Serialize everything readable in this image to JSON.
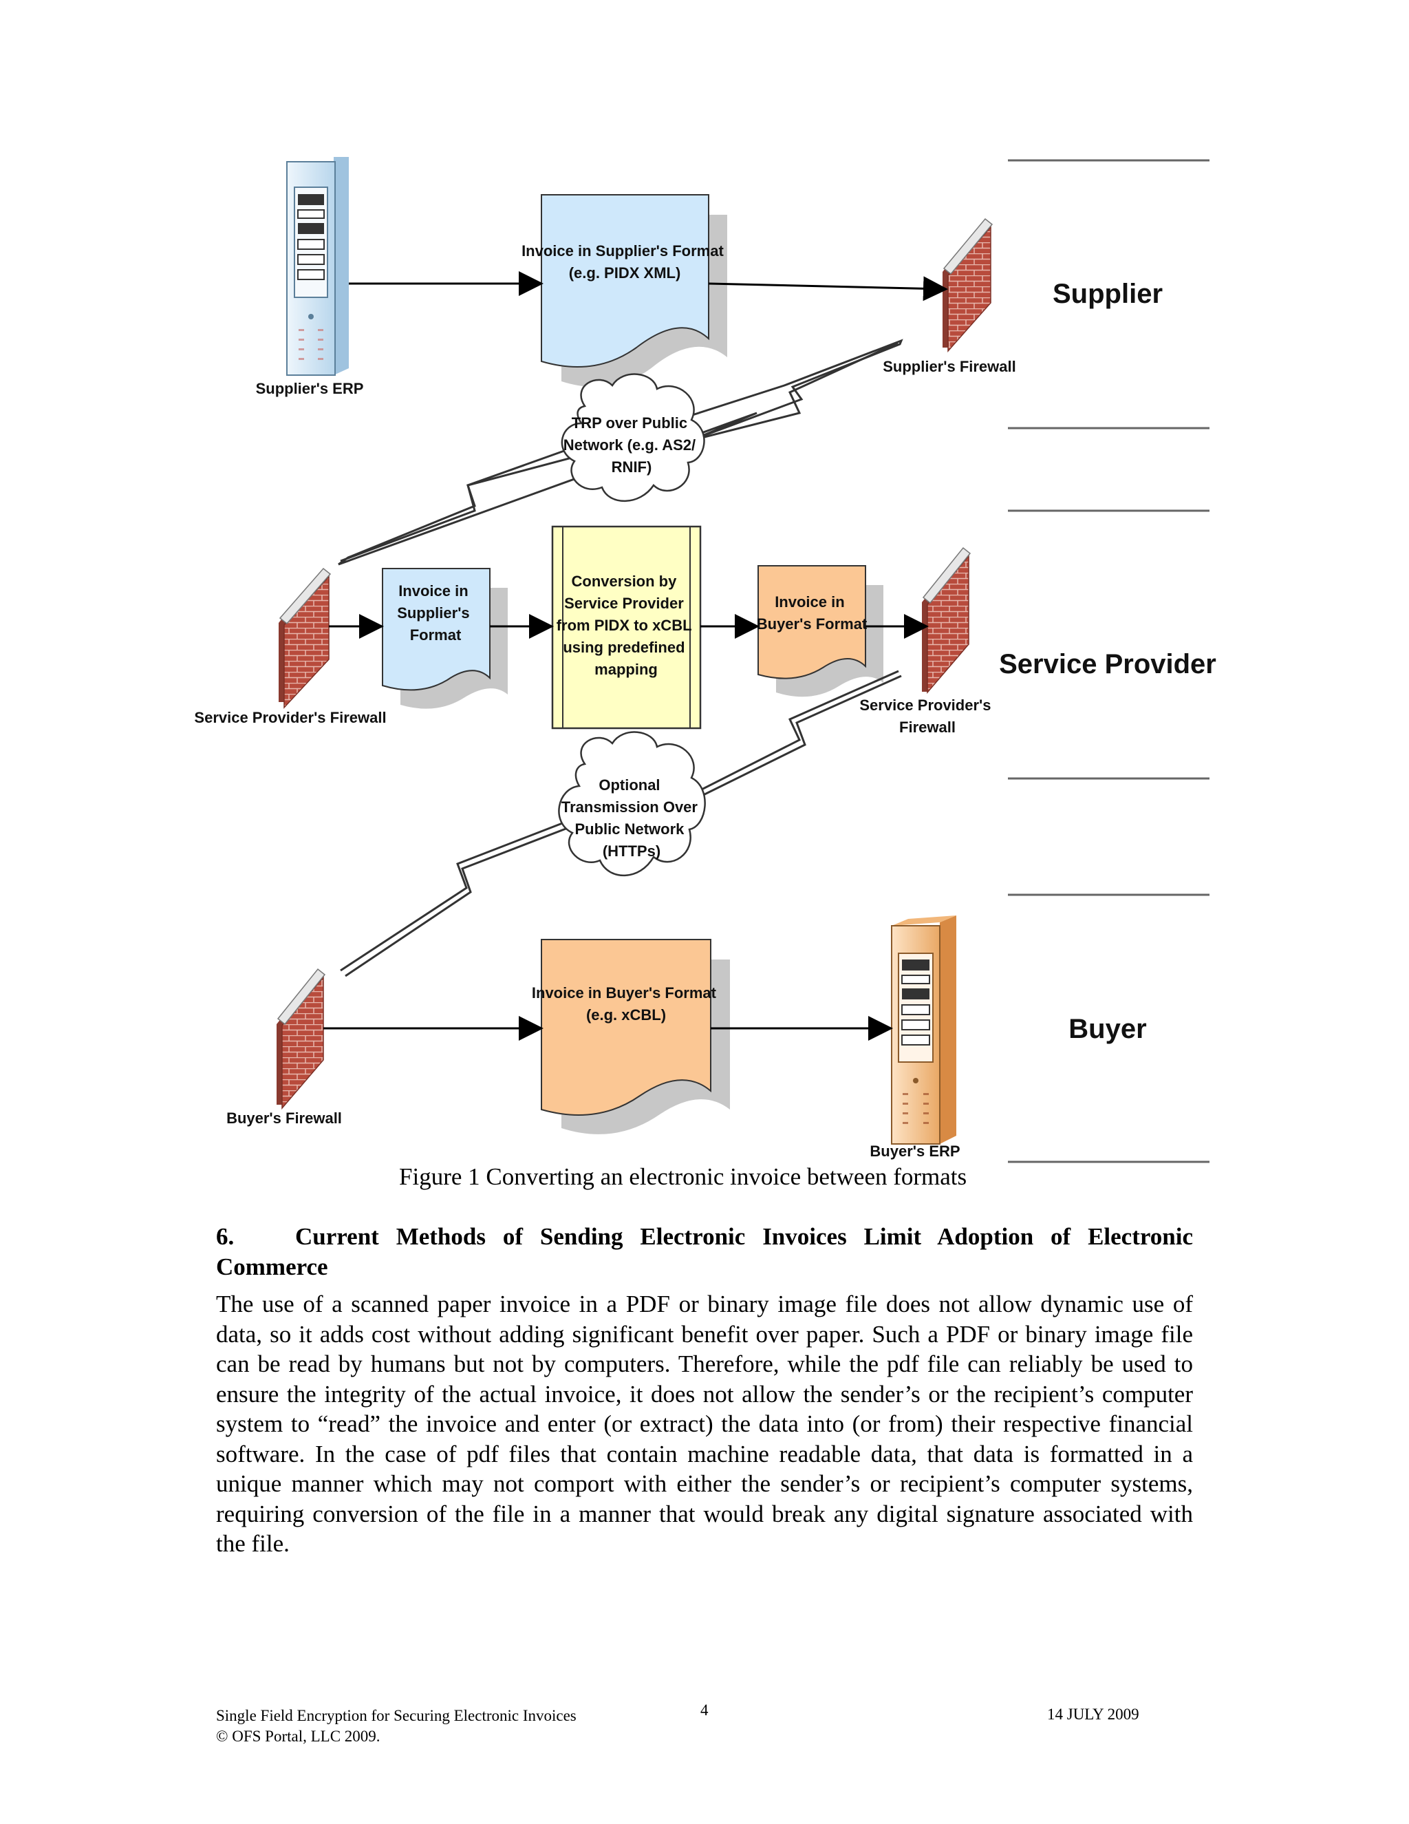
{
  "diagram": {
    "lanes": {
      "supplier": "Supplier",
      "service_provider": "Service Provider",
      "buyer": "Buyer"
    },
    "supplier_erp": "Supplier's ERP",
    "supplier_invoice": [
      "Invoice in Supplier's Format",
      "(e.g. PIDX XML)"
    ],
    "supplier_firewall": "Supplier's Firewall",
    "trp_cloud": [
      "TRP over Public",
      "Network (e.g. AS2/",
      "RNIF)"
    ],
    "sp_firewall_left": "Service Provider's Firewall",
    "sp_invoice_supplier": [
      "Invoice in",
      "Supplier's",
      "Format"
    ],
    "conversion": [
      "Conversion by",
      "Service Provider",
      "from PIDX to xCBL",
      "using predefined",
      "mapping"
    ],
    "sp_invoice_buyer": [
      "Invoice in",
      "Buyer's Format"
    ],
    "sp_firewall_right": [
      "Service Provider's",
      "Firewall"
    ],
    "optional_cloud": [
      "Optional",
      "Transmission Over",
      "Public Network",
      "(HTTPs)"
    ],
    "buyer_firewall": "Buyer's Firewall",
    "buyer_invoice": [
      "Invoice in Buyer's Format",
      "(e.g. xCBL)"
    ],
    "buyer_erp": "Buyer's ERP",
    "colors": {
      "blue_doc": "#cfe8fb",
      "yellow_box": "#ffffc4",
      "orange_doc": "#fbc794",
      "brick": "#b84b3c",
      "server_blue": "#dcecf7",
      "server_orange": "#f9c996"
    }
  },
  "caption": "Figure 1 Converting an electronic invoice between formats",
  "section": {
    "number": "6.",
    "title": "Current Methods of Sending Electronic Invoices Limit Adoption of Electronic Commerce",
    "body": "The use of a scanned paper invoice in a PDF or binary image file does not allow dynamic use of data, so it adds cost without adding significant benefit over paper.  Such a PDF or binary image file can be read by humans but not by computers.  Therefore, while the pdf file can reliably be used to ensure the integrity of the actual invoice, it does not allow the sender’s or the recipient’s computer system to “read” the invoice and enter (or extract) the data into (or from) their respective financial software.  In the case of pdf files that contain machine readable data, that data is formatted in a unique manner which may not comport with either the sender’s or recipient’s computer systems, requiring conversion of the file in a manner that would break any digital signature associated with the file."
  },
  "footer": {
    "title": "Single Field Encryption for Securing Electronic Invoices",
    "copyright": "© OFS Portal, LLC 2009.",
    "page_number": "4",
    "date": "14 JULY 2009"
  }
}
